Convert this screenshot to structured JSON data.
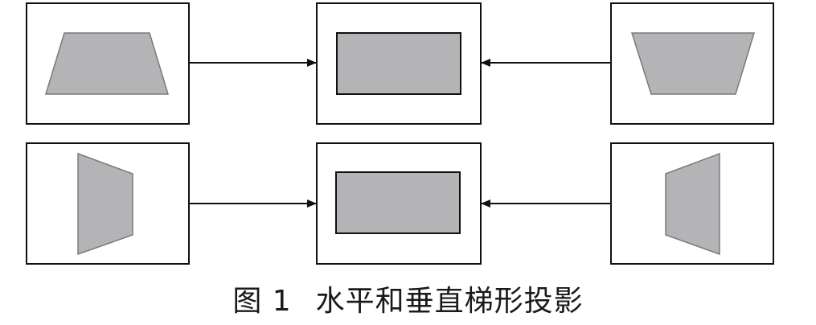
{
  "figure": {
    "caption_label": "图 1",
    "caption_text": "水平和垂直梯形投影"
  },
  "colors": {
    "frame_stroke": "#111111",
    "shape_fill": "#b4b4b6",
    "shape_stroke": "#7a7a7a",
    "arrow": "#111111"
  },
  "panels": [
    {
      "row": 1,
      "role": "input",
      "shape": "trapezoid-wide-bottom",
      "side": "left"
    },
    {
      "row": 1,
      "role": "output",
      "shape": "rectangle",
      "side": "center"
    },
    {
      "row": 1,
      "role": "input",
      "shape": "trapezoid-wide-top",
      "side": "right"
    },
    {
      "row": 2,
      "role": "input",
      "shape": "trapezoid-tall-left",
      "side": "left"
    },
    {
      "row": 2,
      "role": "output",
      "shape": "rectangle",
      "side": "center"
    },
    {
      "row": 2,
      "role": "input",
      "shape": "trapezoid-tall-right",
      "side": "right"
    }
  ]
}
